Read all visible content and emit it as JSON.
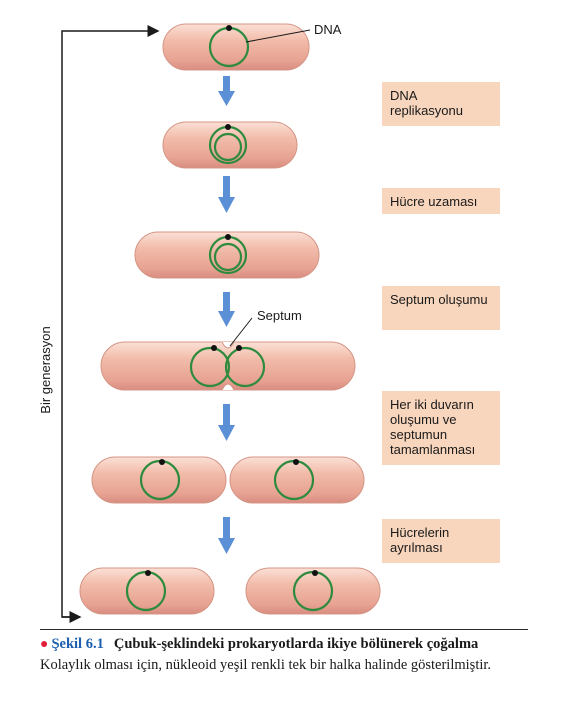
{
  "labels": {
    "dna": "DNA",
    "septum": "Septum",
    "generation": "Bir generasyon"
  },
  "steps": [
    "DNA replikasyonu",
    "Hücre uzaması",
    "Septum oluşumu",
    "Her iki duvarın oluşumu ve septumun tamamlanması",
    "Hücrelerin ayrılması"
  ],
  "caption": {
    "figure_number": "Şekil 6.1",
    "title": "Çubuk-şeklindeki prokaryotlarda ikiye bölünerek çoğalma",
    "text": "Kolaylık olması için, nükleoid yeşil renkli tek bir halka halinde gösterilmiştir."
  },
  "colors": {
    "cell_fill": "#f2b9a6",
    "cell_highlight": "#fde3d8",
    "cell_shadow": "#d98d80",
    "nucleoid": "#2e8b3e",
    "arrow": "#5b8fd6",
    "label_box": "#f8d5bd",
    "figure_number": "#1c5fae",
    "bullet": "#e0203a"
  }
}
